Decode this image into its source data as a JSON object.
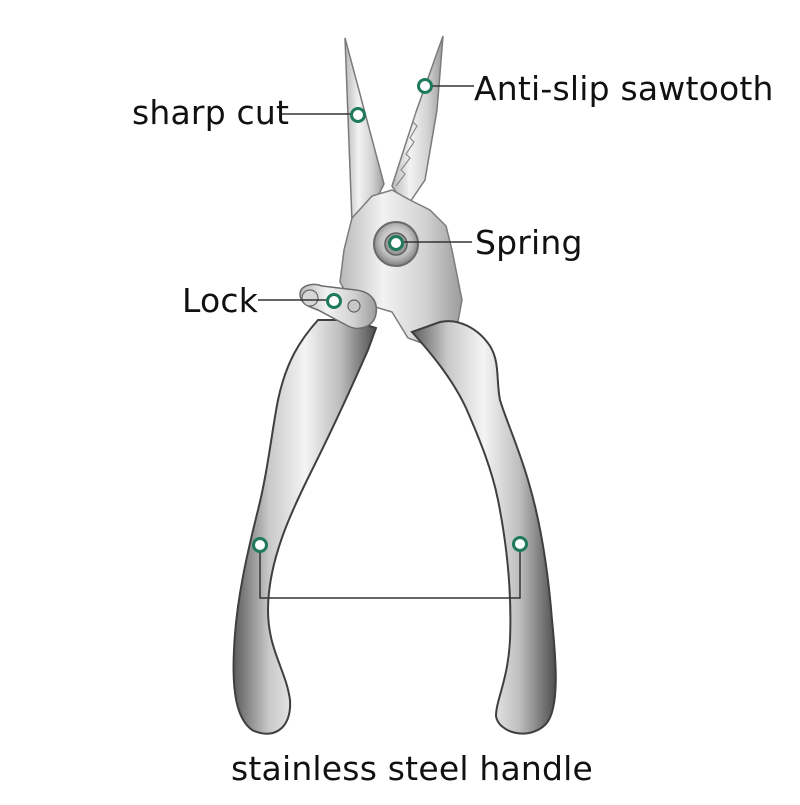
{
  "callouts": {
    "sharp_cut": "sharp cut",
    "anti_slip": "Anti-slip sawtooth",
    "spring": "Spring",
    "lock": "Lock",
    "handle": "stainless steel handle"
  },
  "icons": {
    "marker": "green-ring-dot",
    "product": "kitchen-shears-icon"
  },
  "colors": {
    "marker_ring": "#1f7a5c",
    "leader_line": "#333333",
    "steel_light": "#e6e6e6",
    "steel_dark": "#5a5a5a"
  }
}
